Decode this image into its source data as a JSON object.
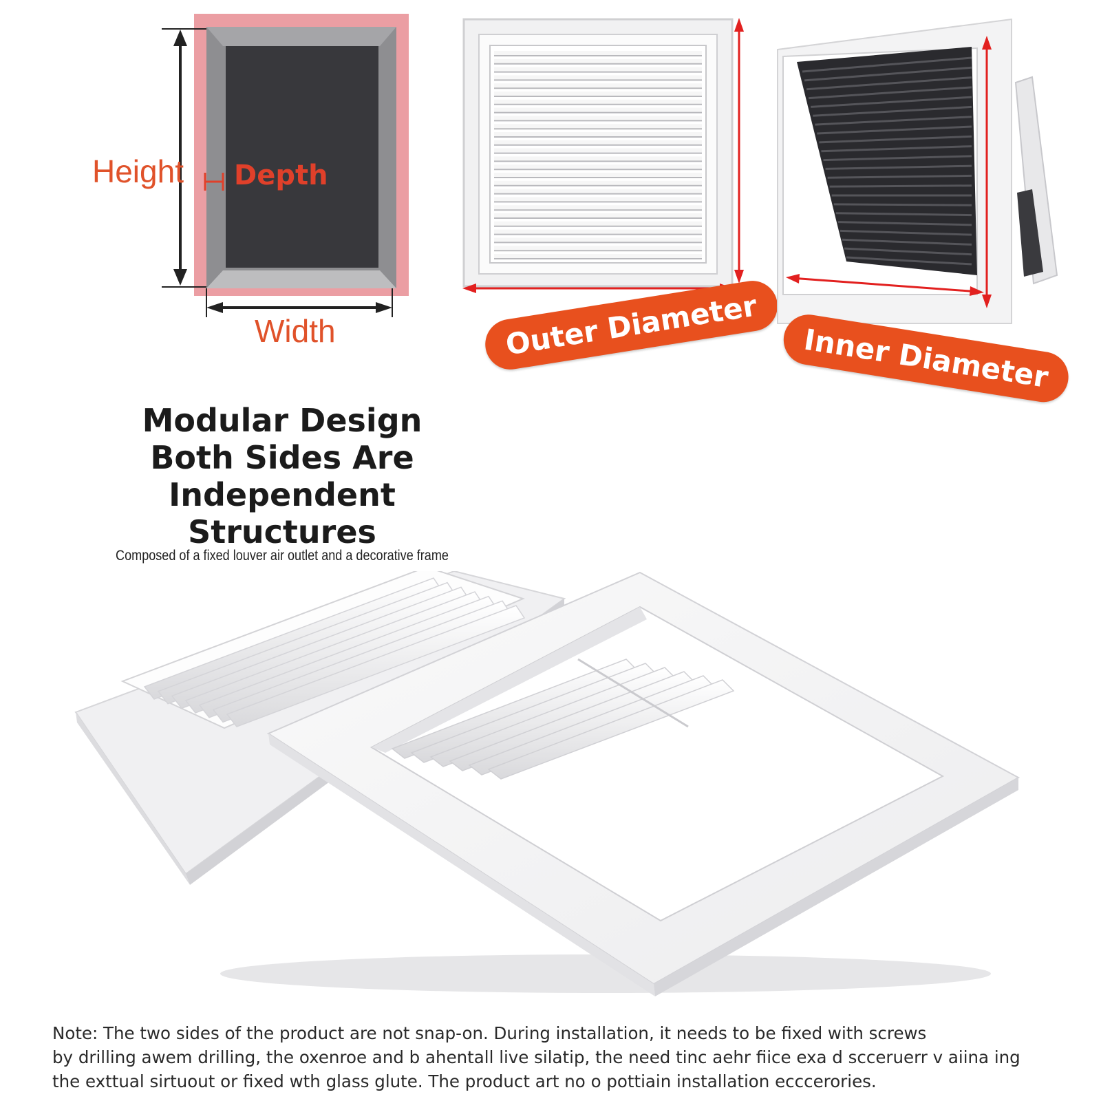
{
  "diagram_labels": {
    "height": "Height",
    "depth": "Depth",
    "width": "Width"
  },
  "badges": {
    "outer": "Outer Diameter",
    "inner": "Inner Diameter"
  },
  "heading": {
    "line1": "Modular Design",
    "line2": "Both Sides Are",
    "line3": "Independent Structures"
  },
  "subtitle": "Composed of a fixed louver air outlet and a decorative frame",
  "note": {
    "line1": "Note: The two sides of the product are not snap-on. During installation, it needs to be fixed with screws",
    "line2": "by drilling awem drilling, the oxenroe and b ahentall live silatip, the need tinc aehr fiice exa d scceruerr v aiina ing",
    "line3": "the exttual sirtuout or fixed wth glass glute. The product art no o pottiain installation ecccerories."
  },
  "colors": {
    "accent_orange": "#e8501e",
    "dimension_red": "#e0402a",
    "frame_pink": "#e9999e",
    "frame_gray": "#8d8d90",
    "opening_dark": "#38383c"
  }
}
